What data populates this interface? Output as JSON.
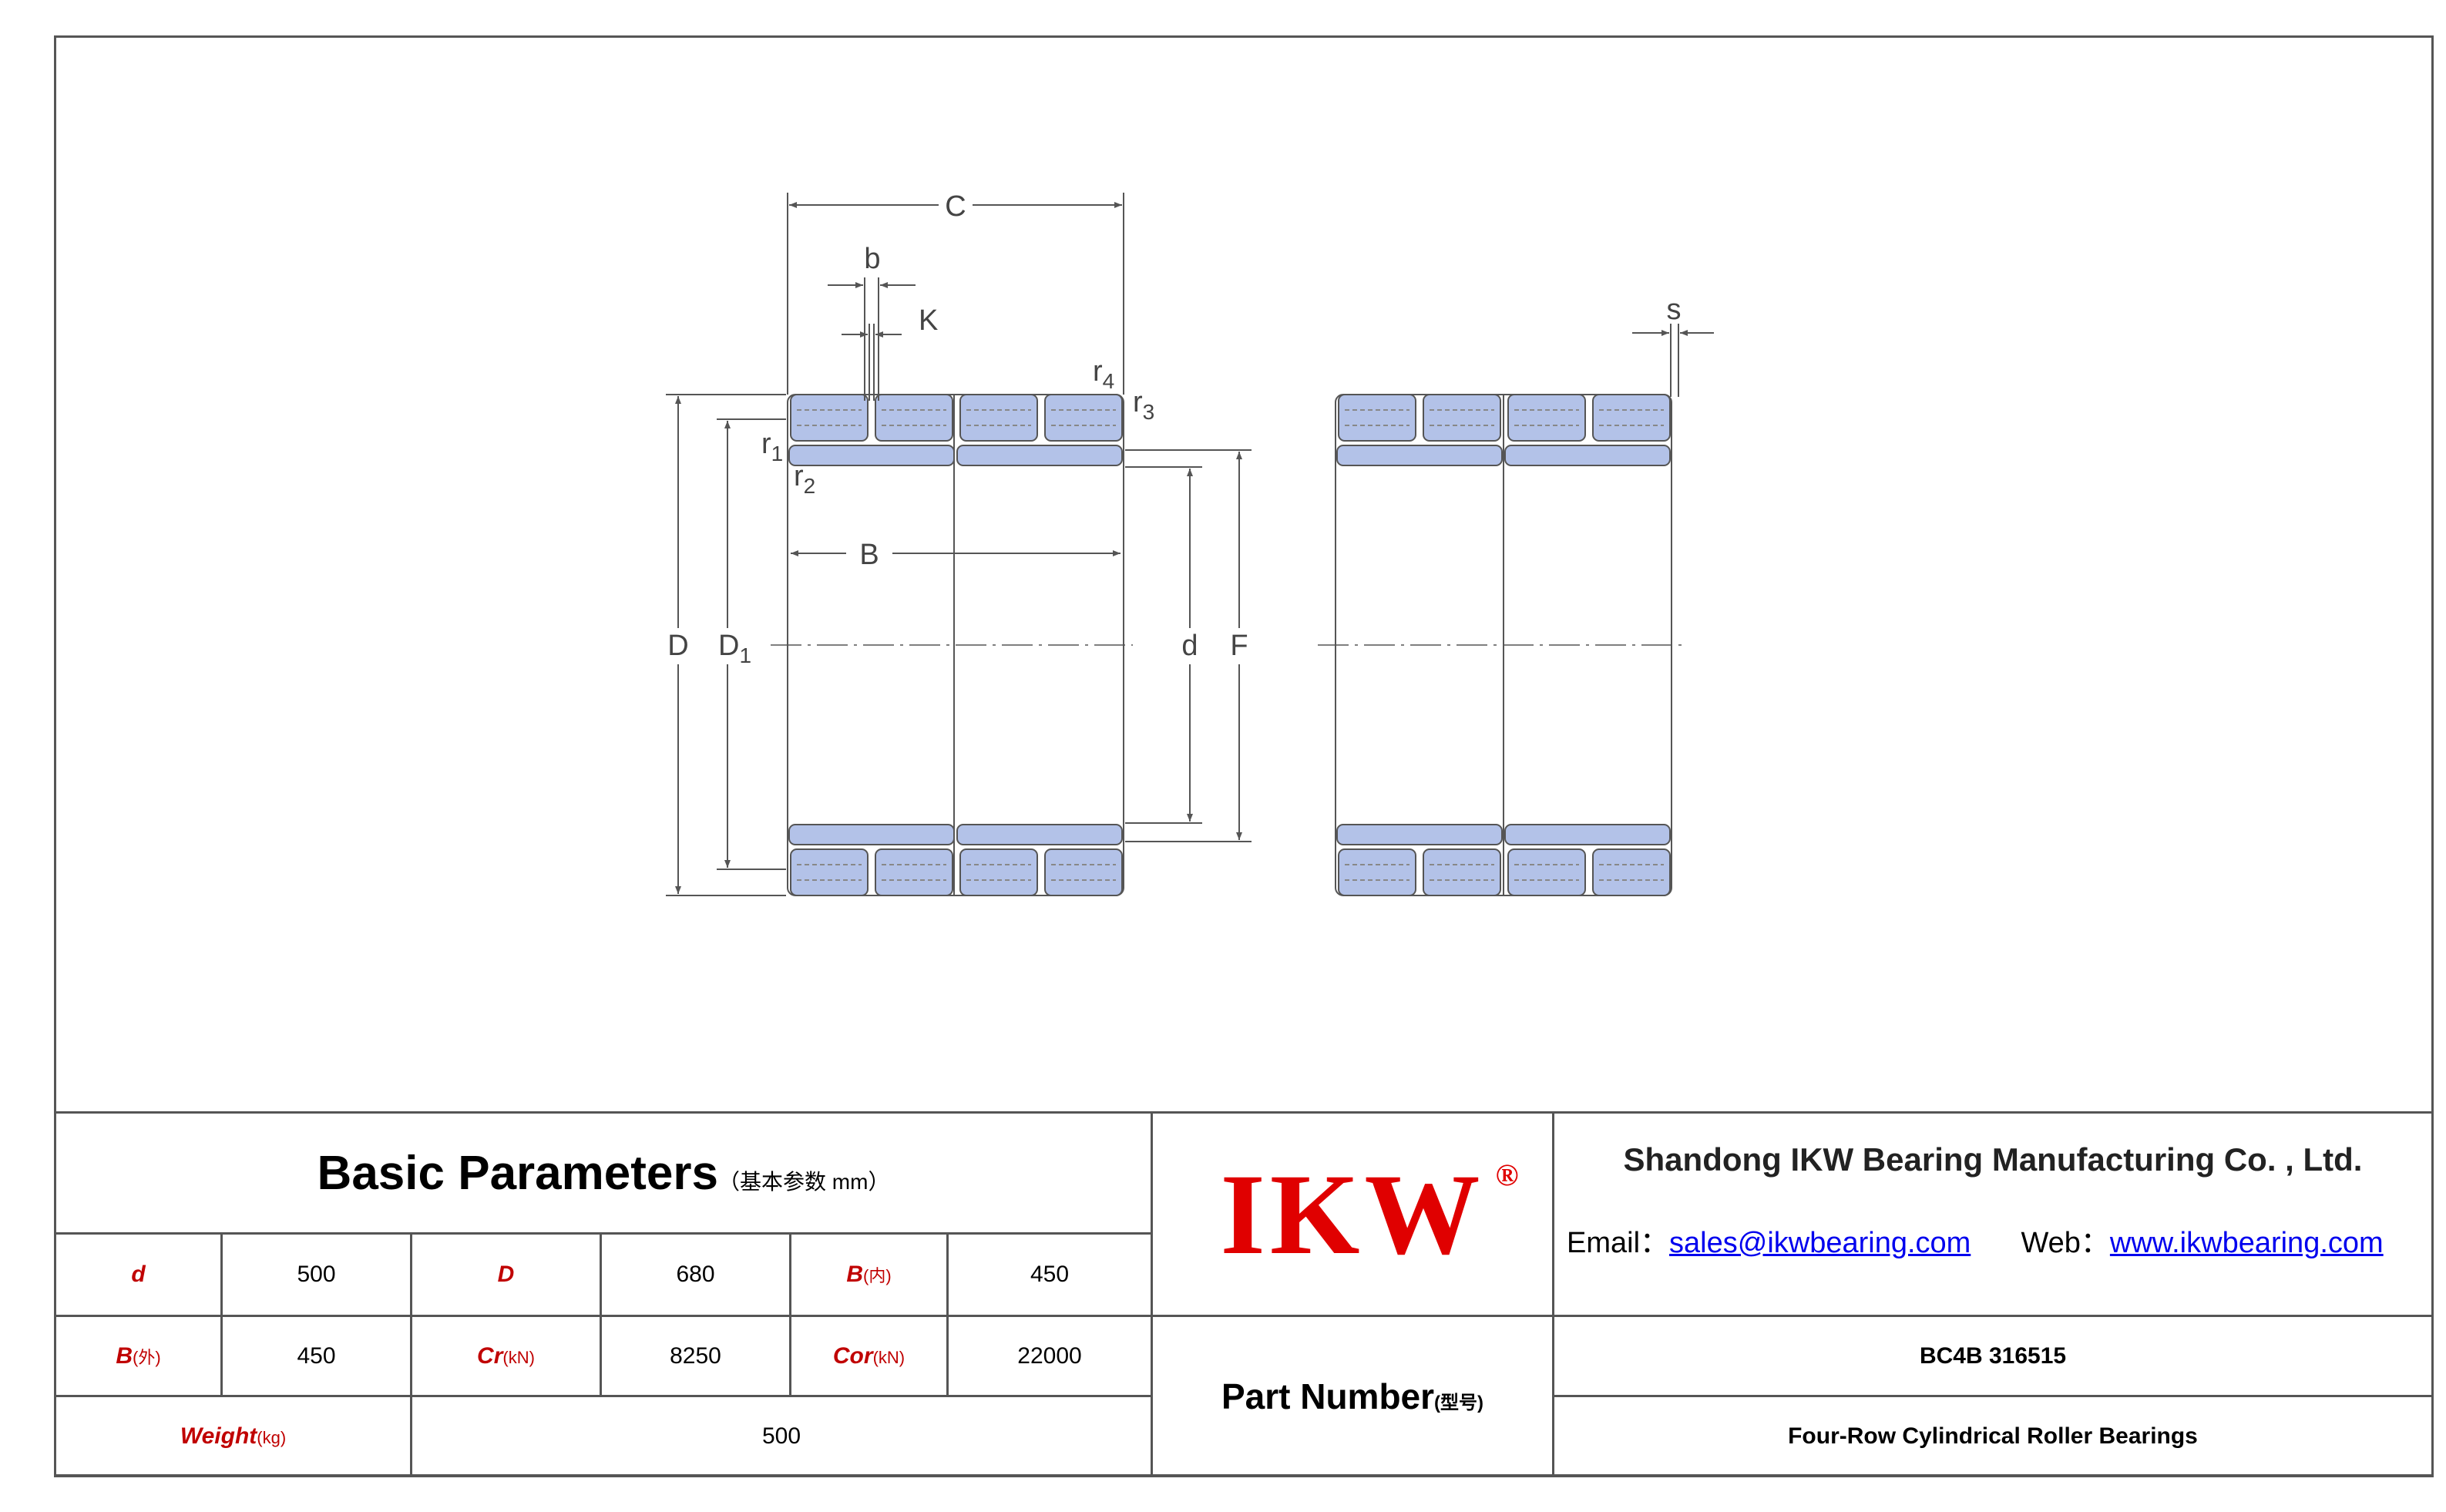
{
  "drawing": {
    "labels": {
      "C": "C",
      "b": "b",
      "K": "K",
      "s": "s",
      "r1": "r",
      "r1_sub": "1",
      "r2": "r",
      "r2_sub": "2",
      "r3": "r",
      "r3_sub": "3",
      "r4": "r",
      "r4_sub": "4",
      "B": "B",
      "D": "D",
      "D1": "D",
      "D1_sub": "1",
      "d": "d",
      "F": "F"
    },
    "colors": {
      "roller": "#b3c2e8",
      "outline": "#555555",
      "cage_line": "#888888"
    }
  },
  "params": {
    "title": "Basic Parameters",
    "subtitle": "（基本参数 mm）",
    "d_label": "d",
    "d_value": "500",
    "D_label": "D",
    "D_value": "680",
    "Bi_label": "B",
    "Bi_sub": "(内)",
    "Bi_value": "450",
    "Bo_label": "B",
    "Bo_sub": "(外)",
    "Bo_value": "450",
    "Cr_label": "Cr",
    "Cr_sub": "(kN)",
    "Cr_value": "8250",
    "Cor_label": "Cor",
    "Cor_sub": "(kN)",
    "Cor_value": "22000",
    "weight_label": "Weight",
    "weight_sub": "(kg)",
    "weight_value": "500"
  },
  "brand": {
    "logo": "IKW",
    "registered": "®",
    "logo_color": "#e00000"
  },
  "company": {
    "name": "Shandong IKW Bearing Manufacturing Co. , Ltd.",
    "email_label": "Email：",
    "email": "sales@ikwbearing.com",
    "web_label": "Web：",
    "web": "www.ikwbearing.com"
  },
  "part": {
    "label": "Part Number",
    "label_sub": "(型号)",
    "model": "BC4B 316515",
    "type": "Four-Row Cylindrical Roller Bearings"
  }
}
